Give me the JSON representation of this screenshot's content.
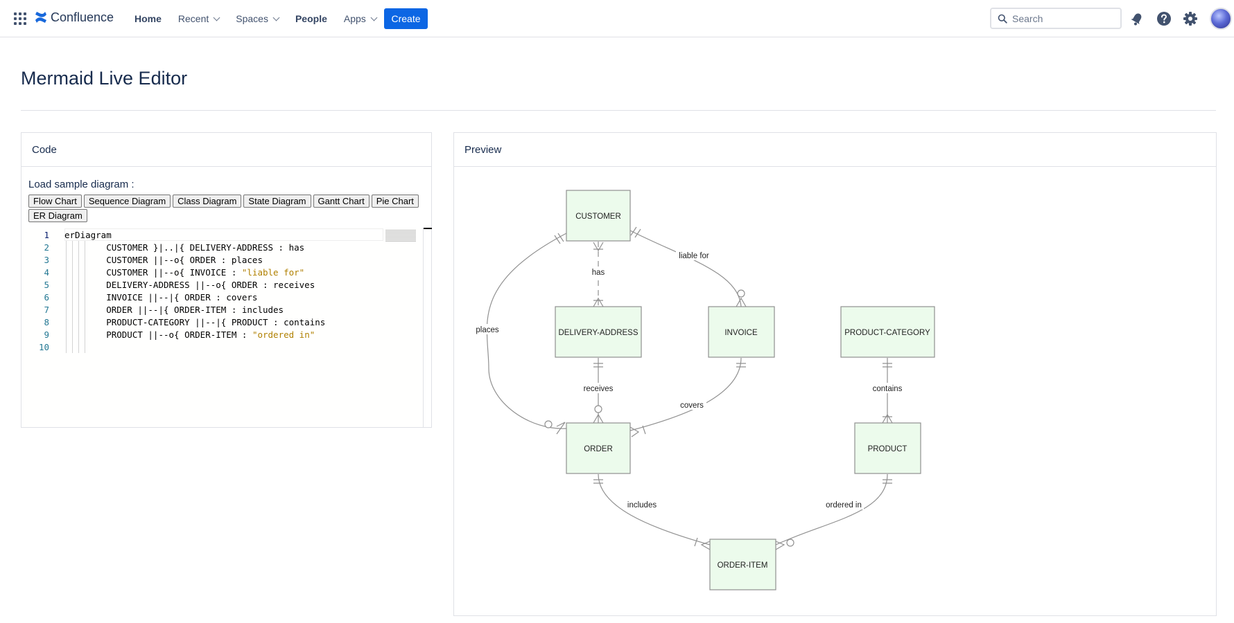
{
  "nav": {
    "app_name": "Confluence",
    "items": [
      {
        "label": "Home",
        "dropdown": false
      },
      {
        "label": "Recent",
        "dropdown": true
      },
      {
        "label": "Spaces",
        "dropdown": true
      },
      {
        "label": "People",
        "dropdown": false
      },
      {
        "label": "Apps",
        "dropdown": true
      }
    ],
    "create_label": "Create",
    "search_placeholder": "Search",
    "icons": [
      "app-switcher-icon",
      "notifications-icon",
      "help-icon",
      "settings-icon"
    ],
    "accent_color": "#0c66e4"
  },
  "page": {
    "title": "Mermaid Live Editor"
  },
  "code_panel": {
    "header": "Code",
    "load_label": "Load sample diagram :",
    "sample_buttons": [
      "Flow Chart",
      "Sequence Diagram",
      "Class Diagram",
      "State Diagram",
      "Gantt Chart",
      "Pie Chart",
      "ER Diagram"
    ],
    "lines": [
      {
        "n": "1",
        "text": "erDiagram"
      },
      {
        "n": "2",
        "text": "        CUSTOMER }|..|{ DELIVERY-ADDRESS : has"
      },
      {
        "n": "3",
        "text": "        CUSTOMER ||--o{ ORDER : places"
      },
      {
        "n": "4",
        "text": "        CUSTOMER ||--o{ INVOICE : ",
        "str": "\"liable for\""
      },
      {
        "n": "5",
        "text": "        DELIVERY-ADDRESS ||--o{ ORDER : receives"
      },
      {
        "n": "6",
        "text": "        INVOICE ||--|{ ORDER : covers"
      },
      {
        "n": "7",
        "text": "        ORDER ||--|{ ORDER-ITEM : includes"
      },
      {
        "n": "8",
        "text": "        PRODUCT-CATEGORY ||--|{ PRODUCT : contains"
      },
      {
        "n": "9",
        "text": "        PRODUCT ||--o{ ORDER-ITEM : ",
        "str": "\"ordered in\""
      },
      {
        "n": "10",
        "text": ""
      }
    ]
  },
  "preview_panel": {
    "header": "Preview",
    "entities": {
      "customer": "CUSTOMER",
      "delivery_address": "DELIVERY-ADDRESS",
      "invoice": "INVOICE",
      "product_category": "PRODUCT-CATEGORY",
      "order": "ORDER",
      "product": "PRODUCT",
      "order_item": "ORDER-ITEM"
    },
    "relationships": {
      "has": "has",
      "liable_for": "liable for",
      "places": "places",
      "receives": "receives",
      "covers": "covers",
      "contains": "contains",
      "includes": "includes",
      "ordered_in": "ordered in"
    },
    "entity_fill": "#ecfbec",
    "entity_stroke": "#909090"
  }
}
